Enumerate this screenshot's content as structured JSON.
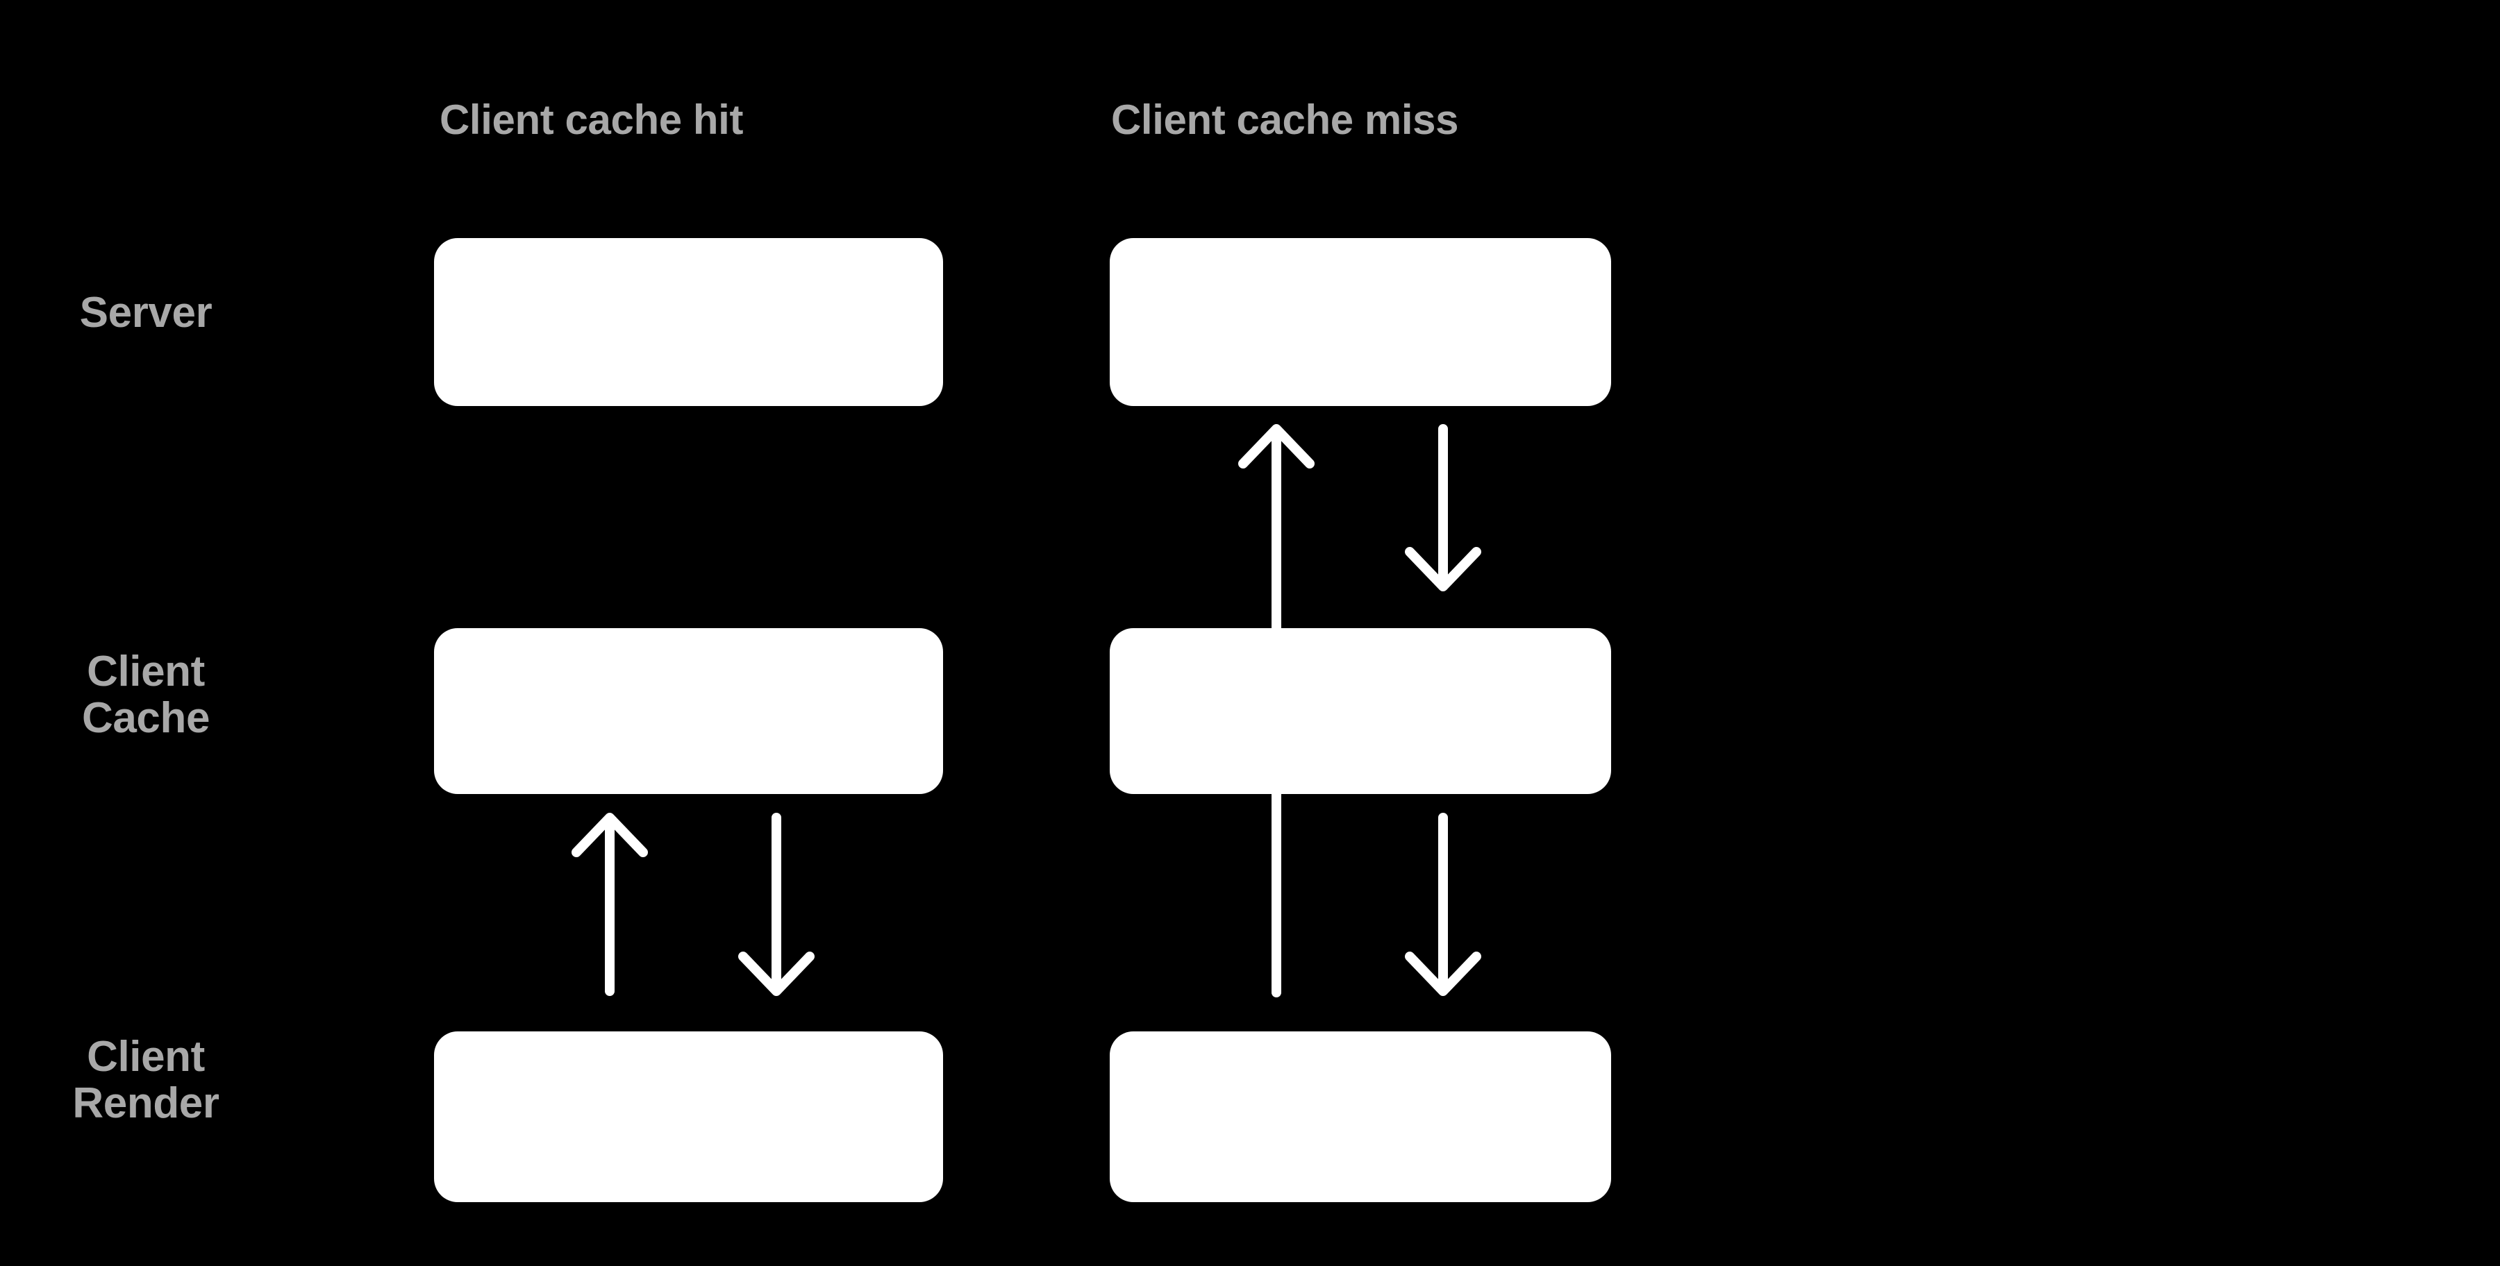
{
  "page": {
    "background_color": "#000000",
    "title": "Client cache hit vs client cache miss sequence diagram"
  },
  "palette": {
    "background": "#000000",
    "box_fill": "#ffffff",
    "label_text": "#a8a8a8",
    "arrow": "#ffffff"
  },
  "row_labels": [
    {
      "id": "server",
      "lines": [
        "Server"
      ]
    },
    {
      "id": "client-cache",
      "lines": [
        "Client",
        "Cache"
      ]
    },
    {
      "id": "client-render",
      "lines": [
        "Client",
        "Render"
      ]
    }
  ],
  "columns": [
    {
      "id": "cache-hit",
      "header": "Client cache hit",
      "nodes": [
        {
          "row": "server",
          "label": ""
        },
        {
          "row": "client-cache",
          "label": ""
        },
        {
          "row": "client-render",
          "label": ""
        }
      ],
      "arrows": [
        {
          "id": "render-to-cache",
          "from": "client-render",
          "to": "client-cache",
          "direction": "up"
        },
        {
          "id": "cache-to-render",
          "from": "client-cache",
          "to": "client-render",
          "direction": "down"
        }
      ]
    },
    {
      "id": "cache-miss",
      "header": "Client cache miss",
      "nodes": [
        {
          "row": "server",
          "label": ""
        },
        {
          "row": "client-cache",
          "label": ""
        },
        {
          "row": "client-render",
          "label": ""
        }
      ],
      "arrows": [
        {
          "id": "render-to-server",
          "from": "client-render",
          "to": "server",
          "direction": "up"
        },
        {
          "id": "server-to-cache",
          "from": "server",
          "to": "client-cache",
          "direction": "down"
        },
        {
          "id": "cache-to-render",
          "from": "client-cache",
          "to": "client-render",
          "direction": "down"
        }
      ]
    }
  ]
}
